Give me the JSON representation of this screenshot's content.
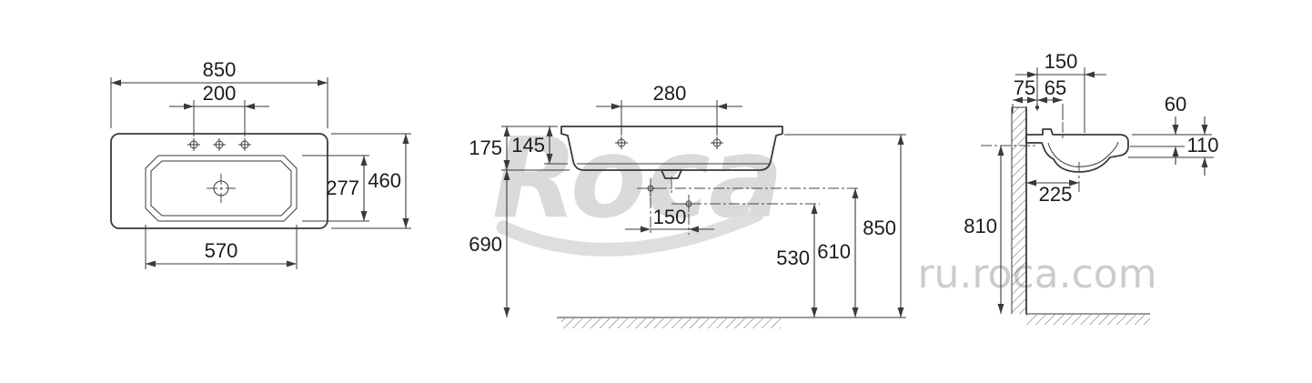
{
  "watermark": {
    "logo": "Roca",
    "site": "ru.roca.com"
  },
  "plan_view": {
    "overall_width": "850",
    "tap_hole_spacing": "200",
    "bowl_depth": "277",
    "overall_depth": "460",
    "bowl_width": "570"
  },
  "front_view": {
    "tap_hole_spacing": "280",
    "front_height": "175",
    "apron_height": "145",
    "drain_offset": "150",
    "trap_height": "690",
    "supply_height": "530",
    "inlet_height": "610",
    "rim_height": "850"
  },
  "side_view": {
    "holes_to_front": "150",
    "wall_offset": "75",
    "hole_offset": "65",
    "rim_drop": "60",
    "edge_height": "110",
    "drain_depth": "225",
    "mounting_height": "810"
  }
}
